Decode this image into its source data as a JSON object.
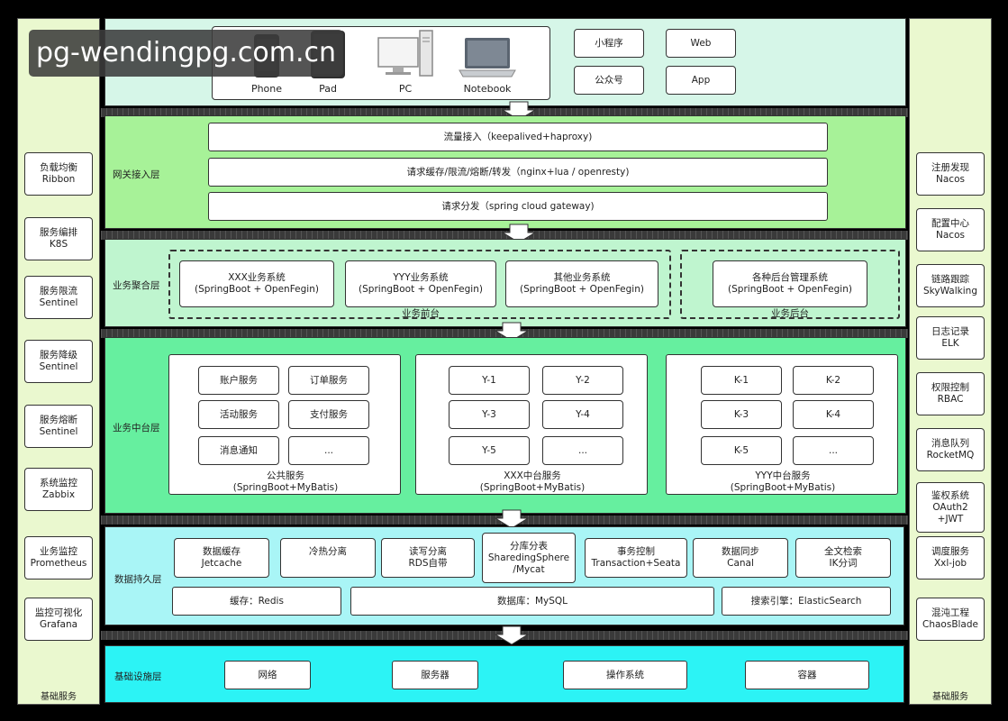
{
  "watermark": "pg-wendingpg.com.cn",
  "left_column": {
    "footer": "基础服务",
    "items": [
      {
        "l1": "负载均衡",
        "l2": "Ribbon"
      },
      {
        "l1": "服务编排",
        "l2": "K8S"
      },
      {
        "l1": "服务限流",
        "l2": "Sentinel"
      },
      {
        "l1": "服务降级",
        "l2": "Sentinel"
      },
      {
        "l1": "服务熔断",
        "l2": "Sentinel"
      },
      {
        "l1": "系统监控",
        "l2": "Zabbix"
      },
      {
        "l1": "业务监控",
        "l2": "Prometheus"
      },
      {
        "l1": "监控可视化",
        "l2": "Grafana"
      }
    ]
  },
  "right_column": {
    "footer": "基础服务",
    "items": [
      {
        "l1": "注册发现",
        "l2": "Nacos",
        "l3": ""
      },
      {
        "l1": "配置中心",
        "l2": "Nacos",
        "l3": ""
      },
      {
        "l1": "链路跟踪",
        "l2": "SkyWalking",
        "l3": ""
      },
      {
        "l1": "日志记录",
        "l2": "ELK",
        "l3": ""
      },
      {
        "l1": "权限控制",
        "l2": "RBAC",
        "l3": ""
      },
      {
        "l1": "消息队列",
        "l2": "RocketMQ",
        "l3": ""
      },
      {
        "l1": "鉴权系统",
        "l2": "OAuth2",
        "l3": "+JWT"
      },
      {
        "l1": "调度服务",
        "l2": "Xxl-job",
        "l3": ""
      },
      {
        "l1": "混沌工程",
        "l2": "ChaosBlade",
        "l3": ""
      }
    ]
  },
  "client": {
    "devices": [
      "Phone",
      "Pad",
      "PC",
      "Notebook"
    ],
    "channels": [
      "小程序",
      "Web",
      "公众号",
      "App"
    ]
  },
  "gateway": {
    "label": "网关接入层",
    "rows": [
      "流量接入（keepalived+haproxy)",
      "请求缓存/限流/熔断/转发（nginx+lua / openresty)",
      "请求分发（spring cloud gateway)"
    ]
  },
  "aggregation": {
    "label": "业务聚合层",
    "front_caption": "业务前台",
    "back_caption": "业务后台",
    "front_systems": [
      {
        "l1": "XXX业务系统",
        "l2": "(SpringBoot + OpenFegin)"
      },
      {
        "l1": "YYY业务系统",
        "l2": "(SpringBoot + OpenFegin)"
      },
      {
        "l1": "其他业务系统",
        "l2": "(SpringBoot + OpenFegin)"
      }
    ],
    "back_system": {
      "l1": "各种后台管理系统",
      "l2": "(SpringBoot + OpenFegin)"
    }
  },
  "middle": {
    "label": "业务中台层",
    "groups": [
      {
        "items": [
          "账户服务",
          "订单服务",
          "活动服务",
          "支付服务",
          "消息通知",
          "..."
        ],
        "c1": "公共服务",
        "c2": "(SpringBoot+MyBatis)"
      },
      {
        "items": [
          "Y-1",
          "Y-2",
          "Y-3",
          "Y-4",
          "Y-5",
          "..."
        ],
        "c1": "XXX中台服务",
        "c2": "(SpringBoot+MyBatis)"
      },
      {
        "items": [
          "K-1",
          "K-2",
          "K-3",
          "K-4",
          "K-5",
          "..."
        ],
        "c1": "YYY中台服务",
        "c2": "(SpringBoot+MyBatis)"
      }
    ]
  },
  "persistence": {
    "label": "数据持久层",
    "top": [
      {
        "l1": "数据缓存",
        "l2": "Jetcache",
        "l3": ""
      },
      {
        "l1": "冷热分离",
        "l2": "",
        "l3": ""
      },
      {
        "l1": "读写分离",
        "l2": "RDS自带",
        "l3": ""
      },
      {
        "l1": "分库分表",
        "l2": "SharedingSphere",
        "l3": "/Mycat"
      },
      {
        "l1": "事务控制",
        "l2": "Transaction+Seata",
        "l3": ""
      },
      {
        "l1": "数据同步",
        "l2": "Canal",
        "l3": ""
      },
      {
        "l1": "全文检索",
        "l2": "IK分词",
        "l3": ""
      }
    ],
    "bottom": [
      "缓存：Redis",
      "数据库：MySQL",
      "搜索引擎：ElasticSearch"
    ]
  },
  "infra": {
    "label": "基础设施层",
    "items": [
      "网络",
      "服务器",
      "操作系统",
      "容器"
    ]
  },
  "colors": {
    "side_bg": "#eaf8cf",
    "client_bg": "#d6f6e8",
    "gateway_bg": "#a7f298",
    "aggregation_bg": "#bff5cf",
    "middle_bg": "#66ef9f",
    "persistence_bg": "#a9f5f6",
    "infra_bg": "#2cf3f5"
  },
  "icons": [
    "phone-icon",
    "tablet-icon",
    "desktop-pc-icon",
    "laptop-icon",
    "down-arrow-icon"
  ]
}
